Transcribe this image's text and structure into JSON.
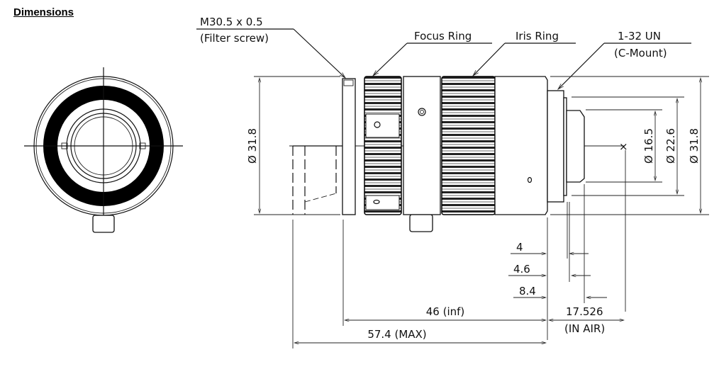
{
  "title": "Dimensions",
  "annotations": {
    "filter_screw": {
      "line1": "M30.5 x 0.5",
      "line2": "(Filter screw)"
    },
    "focus_ring": "Focus Ring",
    "iris_ring": "Iris Ring",
    "mount": {
      "line1": "1-32 UN",
      "line2": "(C-Mount)"
    }
  },
  "dimensions": {
    "front_diameter": "Ø 31.8",
    "rear_d1": "Ø 16.5",
    "rear_d2": "Ø 22.6",
    "rear_d3": "Ø 31.8",
    "d4": "4",
    "d46": "4.6",
    "d84": "8.4",
    "flange_back": "17.526",
    "flange_back_note": "(IN AIR)",
    "length_inf": "46 (inf)",
    "length_max": "57.4 (MAX)"
  },
  "colors": {
    "line": "#111111",
    "background": "#ffffff"
  }
}
